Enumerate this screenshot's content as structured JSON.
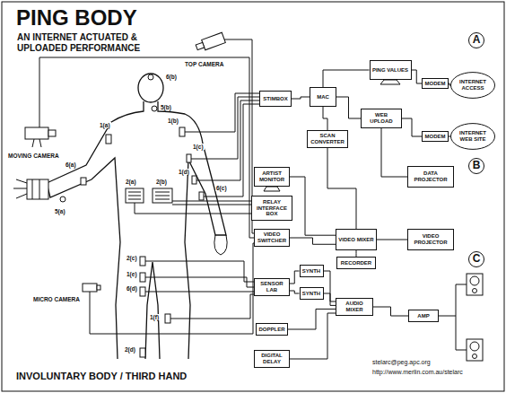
{
  "diagram": {
    "title": "PING BODY",
    "caption": "INVOLUNTARY BODY / THIRD HAND",
    "nodes": [
      {
        "text": [
          "STIMBOX"
        ]
      },
      {
        "text": [
          "MAC"
        ]
      },
      {
        "text": [
          "PING VALUES"
        ]
      },
      {
        "text": [
          "MODEM"
        ]
      },
      {
        "text": [
          "INTERNET ACCESS"
        ]
      },
      {
        "text": [
          "SCAN CONVERTER"
        ]
      },
      {
        "text": [
          "WEB UPLOAD"
        ]
      },
      {
        "text": [
          "MODEM"
        ]
      },
      {
        "text": [
          "INTERNET WEB SITE"
        ]
      },
      {
        "text": [
          "ARTIST MONITOR"
        ]
      },
      {
        "text": [
          "DATA PROJECTOR"
        ]
      },
      {
        "text": [
          "RELAY INTERFACE BOX"
        ]
      },
      {
        "text": [
          "VIDEO SWITCHER"
        ]
      },
      {
        "text": [
          "VIDEO MIXER"
        ]
      },
      {
        "text": [
          "VIDEO PROJECTOR"
        ]
      },
      {
        "text": [
          "RECORDER"
        ]
      },
      {
        "text": [
          "SYNTH"
        ]
      },
      {
        "text": [
          "SENSOR LAB"
        ]
      },
      {
        "text": [
          "SYNTH"
        ]
      },
      {
        "text": [
          "AUDIO MIXER"
        ]
      },
      {
        "text": [
          "AMP"
        ]
      },
      {
        "text": [
          "DOPPLER"
        ]
      },
      {
        "text": [
          "DIGITAL DELAY"
        ]
      }
    ],
    "edges": [
      {
        "from": 0,
        "to": 1,
        "arrow": "none"
      },
      {
        "from": 1,
        "to": 2,
        "arrow": "none"
      },
      {
        "from": 2,
        "to": 3,
        "arrow": "none"
      },
      {
        "from": 3,
        "to": 4,
        "arrow": "none"
      },
      {
        "from": 1,
        "to": 5,
        "arrow": "none"
      },
      {
        "from": 1,
        "to": 6,
        "arrow": "none"
      },
      {
        "from": 6,
        "to": 7,
        "arrow": "none"
      },
      {
        "from": 7,
        "to": 8,
        "arrow": "none"
      },
      {
        "from": 6,
        "to": 10,
        "arrow": "none"
      },
      {
        "from": 5,
        "to": 13,
        "arrow": "none"
      },
      {
        "from": 9,
        "to": 13,
        "arrow": "none"
      },
      {
        "from": 12,
        "to": 13,
        "arrow": "none"
      },
      {
        "from": 13,
        "to": 14,
        "arrow": "none"
      },
      {
        "from": 13,
        "to": 15,
        "arrow": "none"
      },
      {
        "from": 17,
        "to": 16,
        "arrow": "none"
      },
      {
        "from": 17,
        "to": 18,
        "arrow": "none"
      },
      {
        "from": 16,
        "to": 19,
        "arrow": "none"
      },
      {
        "from": 18,
        "to": 19,
        "arrow": "none"
      },
      {
        "from": 21,
        "to": 19,
        "arrow": "none"
      },
      {
        "from": 22,
        "to": 19,
        "arrow": "none"
      },
      {
        "from": 19,
        "to": 20,
        "arrow": "none"
      }
    ],
    "labels": [
      "AN INTERNET ACTUATED & UPLOADED PERFORMANCE",
      "TOP CAMERA",
      "A",
      "6(b)",
      "5(b)",
      "1(a)",
      "1(b)",
      "1(c)",
      "MOVING CAMERA",
      "1(d)",
      "6(c)",
      "6(a)",
      "2(a)",
      "2(b)",
      "B",
      "5(a)",
      "2(c)",
      "1(e)",
      "6(d)",
      "C",
      "MICRO CAMERA",
      "1(f)",
      "2(d)",
      "stelarc@peg.apc.org",
      "http://www.merlin.com.au/stelarc"
    ]
  }
}
